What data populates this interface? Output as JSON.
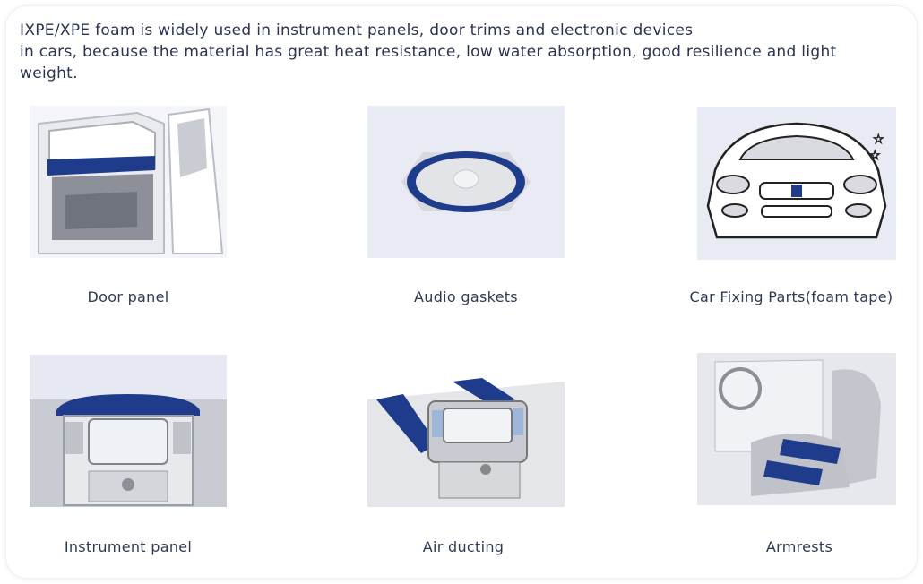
{
  "intro": {
    "line1": "IXPE/XPE foam is widely used in instrument panels, door trims and electronic devices",
    "line2": "in cars, because the material has great heat resistance, low water absorption, good resilience and light",
    "line3": "weight."
  },
  "items": [
    {
      "caption": "Door panel",
      "icon": "car-door-illustration"
    },
    {
      "caption": "Audio gaskets",
      "icon": "speaker-gasket-illustration"
    },
    {
      "caption": "Car Fixing Parts(foam tape)",
      "icon": "car-front-illustration"
    },
    {
      "caption": "Instrument panel",
      "icon": "dashboard-illustration"
    },
    {
      "caption": "Air ducting",
      "icon": "air-duct-illustration"
    },
    {
      "caption": "Armrests",
      "icon": "seat-armrest-illustration"
    }
  ],
  "colors": {
    "accent": "#1f3c8c",
    "tile_bg": "#e8ebf3",
    "text": "#2d3a55"
  }
}
